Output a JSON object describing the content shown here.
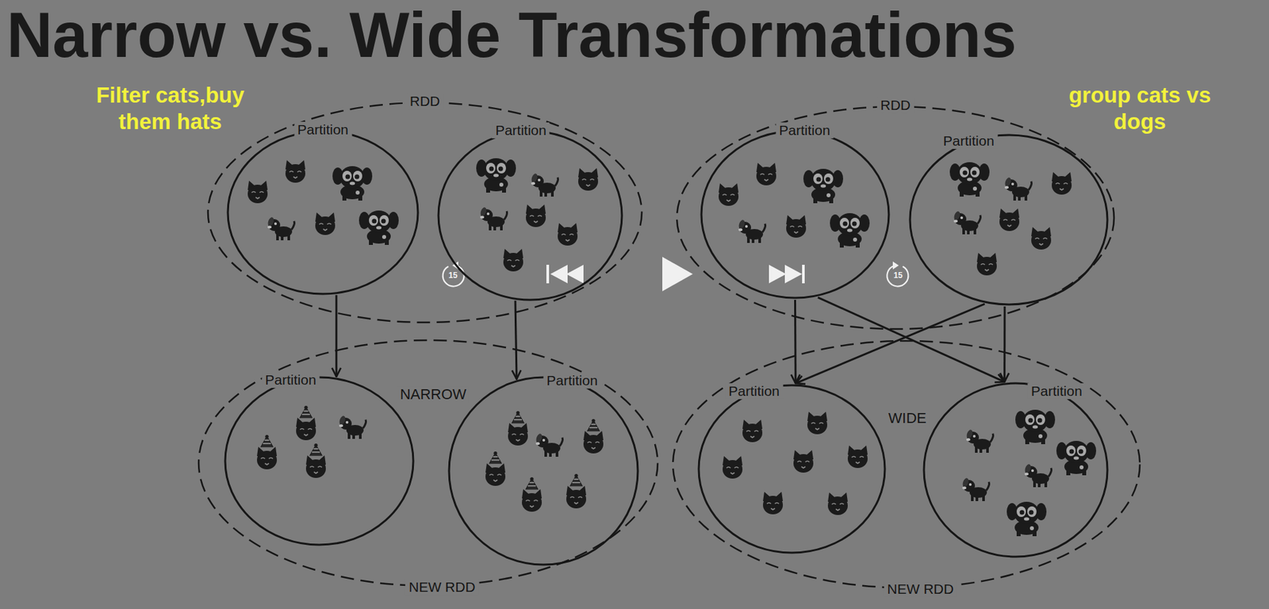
{
  "diagram": {
    "title": "Narrow vs. Wide Transformations",
    "nodes": [
      {
        "text": [
          "RDD"
        ]
      },
      {
        "text": [
          "Partition"
        ],
        "in": 0
      },
      {
        "text": [
          "Partition"
        ],
        "in": 0
      },
      {
        "text": [
          "RDD"
        ]
      },
      {
        "text": [
          "Partition"
        ],
        "in": 3
      },
      {
        "text": [
          "Partition"
        ],
        "in": 3
      },
      {
        "text": [
          "NEW RDD"
        ]
      },
      {
        "text": [
          "Partition"
        ],
        "in": 6
      },
      {
        "text": [
          "Partition"
        ],
        "in": 6
      },
      {
        "text": [
          "NEW RDD"
        ]
      },
      {
        "text": [
          "Partition"
        ],
        "in": 9
      },
      {
        "text": [
          "Partition"
        ],
        "in": 9
      }
    ],
    "edges": [
      {
        "from": 1,
        "to": 7,
        "arrow": "to"
      },
      {
        "from": 2,
        "to": 8,
        "arrow": "to"
      },
      {
        "from": 4,
        "to": 10,
        "arrow": "to"
      },
      {
        "from": 4,
        "to": 11,
        "arrow": "to"
      },
      {
        "from": 5,
        "to": 10,
        "arrow": "to"
      },
      {
        "from": 5,
        "to": 11,
        "arrow": "to"
      }
    ],
    "labels": [
      "Filter cats,buy them hats",
      "group cats vs dogs",
      "NARROW",
      "WIDE",
      "15",
      "15"
    ]
  }
}
